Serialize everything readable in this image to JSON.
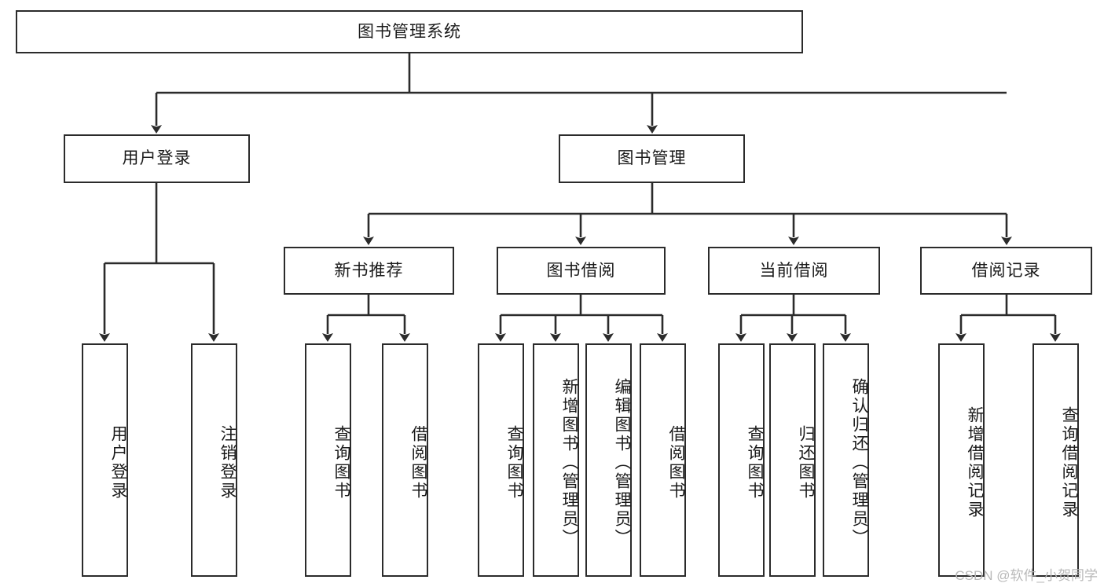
{
  "diagram": {
    "title_node": {
      "id": "root",
      "label": "图书管理系统"
    },
    "watermark": "CSDN @软件_小贺同学",
    "colors": {
      "box_border": "#2b2b2b",
      "box_fill": "#ffffff",
      "connector": "#2b2b2b",
      "text": "#1a1a1a",
      "watermark": "#b8b8b8",
      "background": "#ffffff"
    },
    "level2": [
      {
        "id": "user-login",
        "label": "用户登录"
      },
      {
        "id": "book-manage",
        "label": "图书管理"
      }
    ],
    "level3": [
      {
        "id": "new-book-recommend",
        "label": "新书推荐"
      },
      {
        "id": "book-borrow",
        "label": "图书借阅"
      },
      {
        "id": "current-borrow",
        "label": "当前借阅"
      },
      {
        "id": "borrow-record",
        "label": "借阅记录"
      }
    ],
    "leaves": {
      "user-login": [
        {
          "id": "leaf-user-login",
          "label": "用户登录"
        },
        {
          "id": "leaf-user-logout",
          "label": "注销登录"
        }
      ],
      "new-book-recommend": [
        {
          "id": "leaf-query-book-1",
          "label": "查询图书"
        },
        {
          "id": "leaf-borrow-book-1",
          "label": "借阅图书"
        }
      ],
      "book-borrow": [
        {
          "id": "leaf-query-book-2",
          "label": "查询图书"
        },
        {
          "id": "leaf-add-book",
          "label": "新增图书（管理员）"
        },
        {
          "id": "leaf-edit-book",
          "label": "编辑图书（管理员）"
        },
        {
          "id": "leaf-borrow-book-2",
          "label": "借阅图书"
        }
      ],
      "current-borrow": [
        {
          "id": "leaf-query-book-3",
          "label": "查询图书"
        },
        {
          "id": "leaf-return-book",
          "label": "归还图书"
        },
        {
          "id": "leaf-confirm-return",
          "label": "确认归还（管理员）"
        }
      ],
      "borrow-record": [
        {
          "id": "leaf-add-record",
          "label": "新增借阅记录"
        },
        {
          "id": "leaf-query-record",
          "label": "查询借阅记录"
        }
      ]
    }
  }
}
